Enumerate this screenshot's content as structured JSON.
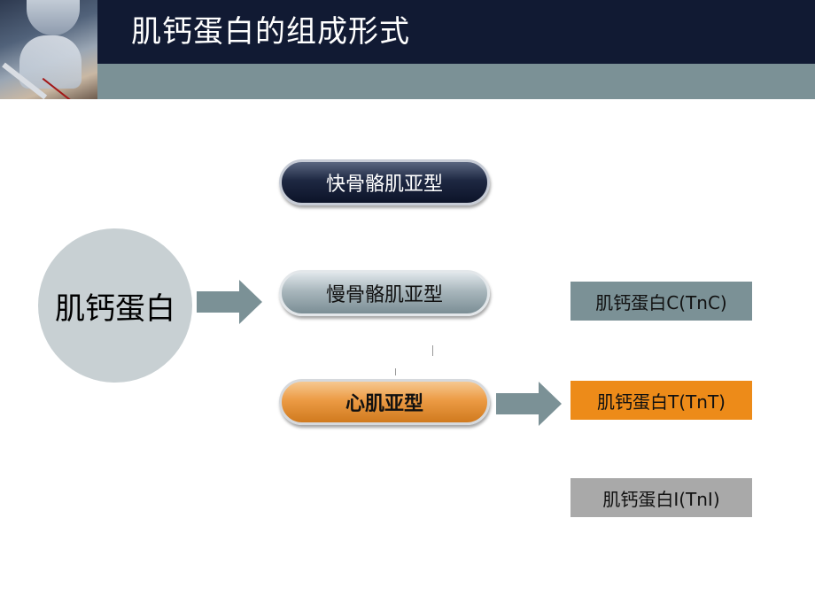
{
  "header": {
    "title": "肌钙蛋白的组成形式"
  },
  "center": {
    "circle_label": "肌钙蛋白"
  },
  "subtypes": {
    "fast_skeletal": "快骨骼肌亚型",
    "slow_skeletal": "慢骨骼肌亚型",
    "cardiac": "心肌亚型"
  },
  "components": {
    "tnc": "肌钙蛋白C(TnC)",
    "tnt": "肌钙蛋白T(TnT)",
    "tni": "肌钙蛋白Ⅰ(TnI)"
  },
  "colors": {
    "header_dark": "#111a33",
    "header_band": "#7b9196",
    "circle": "#c8d0d3",
    "arrow": "#7b9196",
    "tnc_box": "#7b9196",
    "tnt_box": "#ed8b19",
    "tni_box": "#a9a9a9"
  }
}
